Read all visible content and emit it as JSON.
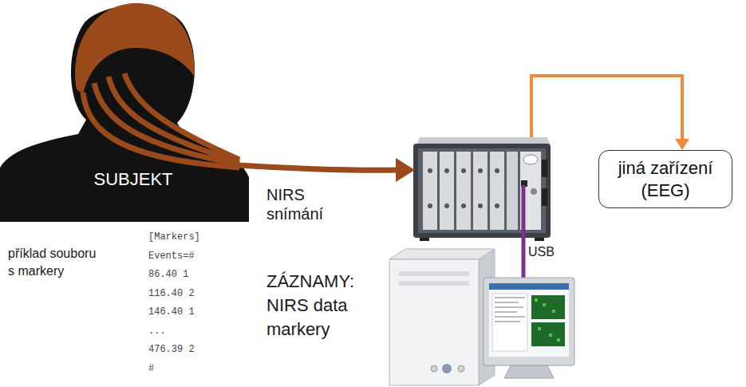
{
  "diagram": {
    "nodes": [
      {
        "text": [
          "SUBJEKT"
        ]
      },
      {
        "text": [
          "jiná zařízení (EEG)"
        ]
      }
    ],
    "labels": [
      "NIRS snímání",
      "USB",
      "ZÁZNAMY:",
      "NIRS data",
      "markery",
      "příklad souboru",
      "s markery",
      "[Markers]",
      "Events=#",
      "86.40 1",
      "116.40 2",
      "146.40 1",
      "...",
      "476.39 2",
      "#"
    ]
  }
}
